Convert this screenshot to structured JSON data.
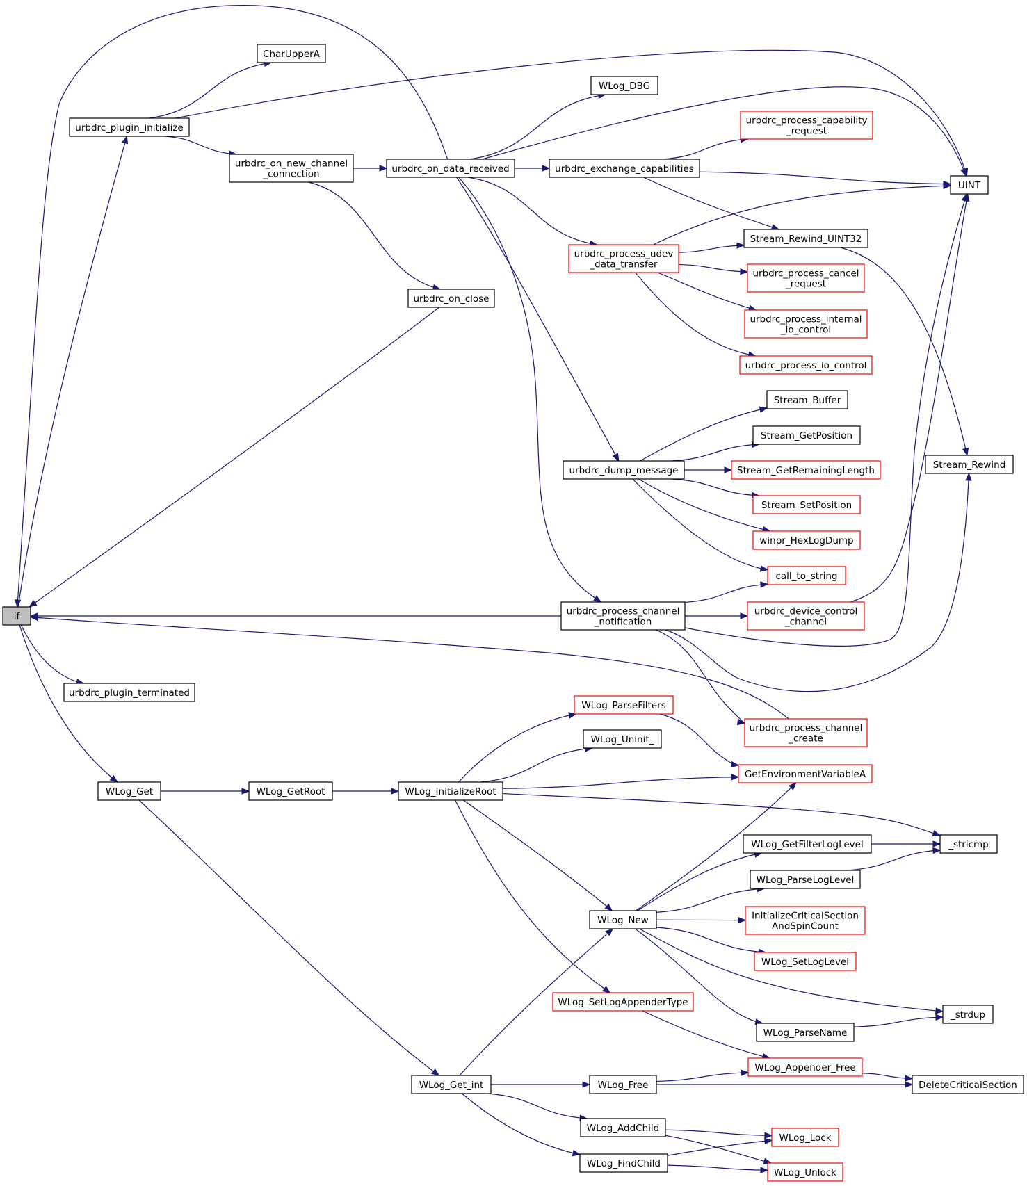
{
  "nodes": [
    {
      "id": "if",
      "lines": [
        "if"
      ],
      "style": "gray"
    },
    {
      "id": "CharUpperA",
      "lines": [
        "CharUpperA"
      ],
      "style": "black"
    },
    {
      "id": "urbdrc_plugin_initialize",
      "lines": [
        "urbdrc_plugin_initialize"
      ],
      "style": "black"
    },
    {
      "id": "WLog_DBG",
      "lines": [
        "WLog_DBG"
      ],
      "style": "black"
    },
    {
      "id": "urbdrc_process_capability_request",
      "lines": [
        "urbdrc_process_capability",
        "_request"
      ],
      "style": "red"
    },
    {
      "id": "urbdrc_on_new_channel_connection",
      "lines": [
        "urbdrc_on_new_channel",
        "_connection"
      ],
      "style": "black"
    },
    {
      "id": "urbdrc_on_data_received",
      "lines": [
        "urbdrc_on_data_received"
      ],
      "style": "black"
    },
    {
      "id": "urbdrc_exchange_capabilities",
      "lines": [
        "urbdrc_exchange_capabilities"
      ],
      "style": "black"
    },
    {
      "id": "UINT",
      "lines": [
        "UINT"
      ],
      "style": "black"
    },
    {
      "id": "Stream_Rewind_UINT32",
      "lines": [
        "Stream_Rewind_UINT32"
      ],
      "style": "black"
    },
    {
      "id": "urbdrc_process_udev_data_transfer",
      "lines": [
        "urbdrc_process_udev",
        "_data_transfer"
      ],
      "style": "red"
    },
    {
      "id": "urbdrc_process_cancel_request",
      "lines": [
        "urbdrc_process_cancel",
        "_request"
      ],
      "style": "red"
    },
    {
      "id": "urbdrc_on_close",
      "lines": [
        "urbdrc_on_close"
      ],
      "style": "black"
    },
    {
      "id": "urbdrc_process_internal_io_control",
      "lines": [
        "urbdrc_process_internal",
        "_io_control"
      ],
      "style": "red"
    },
    {
      "id": "urbdrc_process_io_control",
      "lines": [
        "urbdrc_process_io_control"
      ],
      "style": "red"
    },
    {
      "id": "Stream_Buffer",
      "lines": [
        "Stream_Buffer"
      ],
      "style": "black"
    },
    {
      "id": "Stream_GetPosition",
      "lines": [
        "Stream_GetPosition"
      ],
      "style": "black"
    },
    {
      "id": "Stream_Rewind",
      "lines": [
        "Stream_Rewind"
      ],
      "style": "black"
    },
    {
      "id": "urbdrc_dump_message",
      "lines": [
        "urbdrc_dump_message"
      ],
      "style": "black"
    },
    {
      "id": "Stream_GetRemainingLength",
      "lines": [
        "Stream_GetRemainingLength"
      ],
      "style": "red"
    },
    {
      "id": "Stream_SetPosition",
      "lines": [
        "Stream_SetPosition"
      ],
      "style": "red"
    },
    {
      "id": "winpr_HexLogDump",
      "lines": [
        "winpr_HexLogDump"
      ],
      "style": "red"
    },
    {
      "id": "call_to_string",
      "lines": [
        "call_to_string"
      ],
      "style": "red"
    },
    {
      "id": "urbdrc_process_channel_notification",
      "lines": [
        "urbdrc_process_channel",
        "_notification"
      ],
      "style": "black"
    },
    {
      "id": "urbdrc_device_control_channel",
      "lines": [
        "urbdrc_device_control",
        "_channel"
      ],
      "style": "red"
    },
    {
      "id": "urbdrc_plugin_terminated",
      "lines": [
        "urbdrc_plugin_terminated"
      ],
      "style": "black"
    },
    {
      "id": "WLog_ParseFilters",
      "lines": [
        "WLog_ParseFilters"
      ],
      "style": "red"
    },
    {
      "id": "urbdrc_process_channel_create",
      "lines": [
        "urbdrc_process_channel",
        "_create"
      ],
      "style": "red"
    },
    {
      "id": "WLog_Uninit_",
      "lines": [
        "WLog_Uninit_"
      ],
      "style": "black"
    },
    {
      "id": "GetEnvironmentVariableA",
      "lines": [
        "GetEnvironmentVariableA"
      ],
      "style": "red"
    },
    {
      "id": "WLog_Get",
      "lines": [
        "WLog_Get"
      ],
      "style": "black"
    },
    {
      "id": "WLog_GetRoot",
      "lines": [
        "WLog_GetRoot"
      ],
      "style": "black"
    },
    {
      "id": "WLog_InitializeRoot",
      "lines": [
        "WLog_InitializeRoot"
      ],
      "style": "black"
    },
    {
      "id": "WLog_GetFilterLogLevel",
      "lines": [
        "WLog_GetFilterLogLevel"
      ],
      "style": "black"
    },
    {
      "id": "_stricmp",
      "lines": [
        "_stricmp"
      ],
      "style": "black"
    },
    {
      "id": "WLog_ParseLogLevel",
      "lines": [
        "WLog_ParseLogLevel"
      ],
      "style": "black"
    },
    {
      "id": "WLog_New",
      "lines": [
        "WLog_New"
      ],
      "style": "black"
    },
    {
      "id": "InitializeCriticalSectionAndSpinCount",
      "lines": [
        "InitializeCriticalSection",
        "AndSpinCount"
      ],
      "style": "red"
    },
    {
      "id": "WLog_SetLogLevel",
      "lines": [
        "WLog_SetLogLevel"
      ],
      "style": "red"
    },
    {
      "id": "WLog_SetLogAppenderType",
      "lines": [
        "WLog_SetLogAppenderType"
      ],
      "style": "red"
    },
    {
      "id": "_strdup",
      "lines": [
        "_strdup"
      ],
      "style": "black"
    },
    {
      "id": "WLog_ParseName",
      "lines": [
        "WLog_ParseName"
      ],
      "style": "black"
    },
    {
      "id": "WLog_Appender_Free",
      "lines": [
        "WLog_Appender_Free"
      ],
      "style": "red"
    },
    {
      "id": "WLog_Get_int",
      "lines": [
        "WLog_Get_int"
      ],
      "style": "black"
    },
    {
      "id": "WLog_Free",
      "lines": [
        "WLog_Free"
      ],
      "style": "black"
    },
    {
      "id": "DeleteCriticalSection",
      "lines": [
        "DeleteCriticalSection"
      ],
      "style": "black"
    },
    {
      "id": "WLog_AddChild",
      "lines": [
        "WLog_AddChild"
      ],
      "style": "black"
    },
    {
      "id": "WLog_Lock",
      "lines": [
        "WLog_Lock"
      ],
      "style": "red"
    },
    {
      "id": "WLog_FindChild",
      "lines": [
        "WLog_FindChild"
      ],
      "style": "black"
    },
    {
      "id": "WLog_Unlock",
      "lines": [
        "WLog_Unlock"
      ],
      "style": "red"
    }
  ],
  "edges": [
    [
      "if",
      "urbdrc_plugin_initialize"
    ],
    [
      "if",
      "urbdrc_plugin_terminated"
    ],
    [
      "if",
      "WLog_Get"
    ],
    [
      "urbdrc_plugin_initialize",
      "CharUpperA"
    ],
    [
      "urbdrc_plugin_initialize",
      "urbdrc_on_new_channel_connection"
    ],
    [
      "urbdrc_plugin_initialize",
      "UINT"
    ],
    [
      "urbdrc_on_new_channel_connection",
      "urbdrc_on_data_received"
    ],
    [
      "urbdrc_on_new_channel_connection",
      "urbdrc_on_close"
    ],
    [
      "urbdrc_on_data_received",
      "if"
    ],
    [
      "urbdrc_on_data_received",
      "WLog_DBG"
    ],
    [
      "urbdrc_on_data_received",
      "UINT"
    ],
    [
      "urbdrc_on_data_received",
      "urbdrc_exchange_capabilities"
    ],
    [
      "urbdrc_on_data_received",
      "urbdrc_process_udev_data_transfer"
    ],
    [
      "urbdrc_on_data_received",
      "urbdrc_dump_message"
    ],
    [
      "urbdrc_on_data_received",
      "urbdrc_process_channel_notification"
    ],
    [
      "urbdrc_exchange_capabilities",
      "urbdrc_process_capability_request"
    ],
    [
      "urbdrc_exchange_capabilities",
      "UINT"
    ],
    [
      "urbdrc_exchange_capabilities",
      "Stream_Rewind_UINT32"
    ],
    [
      "urbdrc_process_udev_data_transfer",
      "UINT"
    ],
    [
      "urbdrc_process_udev_data_transfer",
      "Stream_Rewind_UINT32"
    ],
    [
      "urbdrc_process_udev_data_transfer",
      "urbdrc_process_cancel_request"
    ],
    [
      "urbdrc_process_udev_data_transfer",
      "urbdrc_process_internal_io_control"
    ],
    [
      "urbdrc_process_udev_data_transfer",
      "urbdrc_process_io_control"
    ],
    [
      "Stream_Rewind_UINT32",
      "Stream_Rewind"
    ],
    [
      "urbdrc_on_close",
      "if"
    ],
    [
      "urbdrc_dump_message",
      "Stream_Buffer"
    ],
    [
      "urbdrc_dump_message",
      "Stream_GetPosition"
    ],
    [
      "urbdrc_dump_message",
      "Stream_GetRemainingLength"
    ],
    [
      "urbdrc_dump_message",
      "Stream_SetPosition"
    ],
    [
      "urbdrc_dump_message",
      "winpr_HexLogDump"
    ],
    [
      "urbdrc_dump_message",
      "call_to_string"
    ],
    [
      "urbdrc_process_channel_notification",
      "if"
    ],
    [
      "urbdrc_process_channel_notification",
      "call_to_string"
    ],
    [
      "urbdrc_process_channel_notification",
      "urbdrc_device_control_channel"
    ],
    [
      "urbdrc_process_channel_notification",
      "UINT"
    ],
    [
      "urbdrc_process_channel_notification",
      "Stream_Rewind"
    ],
    [
      "urbdrc_process_channel_notification",
      "urbdrc_process_channel_create"
    ],
    [
      "urbdrc_device_control_channel",
      "UINT"
    ],
    [
      "urbdrc_process_channel_create",
      "if"
    ],
    [
      "WLog_Get",
      "WLog_GetRoot"
    ],
    [
      "WLog_Get",
      "WLog_Get_int"
    ],
    [
      "WLog_GetRoot",
      "WLog_InitializeRoot"
    ],
    [
      "WLog_InitializeRoot",
      "WLog_ParseFilters"
    ],
    [
      "WLog_InitializeRoot",
      "WLog_Uninit_"
    ],
    [
      "WLog_InitializeRoot",
      "GetEnvironmentVariableA"
    ],
    [
      "WLog_InitializeRoot",
      "_stricmp"
    ],
    [
      "WLog_InitializeRoot",
      "WLog_New"
    ],
    [
      "WLog_InitializeRoot",
      "WLog_SetLogAppenderType"
    ],
    [
      "WLog_ParseFilters",
      "GetEnvironmentVariableA"
    ],
    [
      "WLog_GetFilterLogLevel",
      "_stricmp"
    ],
    [
      "WLog_ParseLogLevel",
      "_stricmp"
    ],
    [
      "WLog_New",
      "GetEnvironmentVariableA"
    ],
    [
      "WLog_New",
      "WLog_GetFilterLogLevel"
    ],
    [
      "WLog_New",
      "WLog_ParseLogLevel"
    ],
    [
      "WLog_New",
      "InitializeCriticalSectionAndSpinCount"
    ],
    [
      "WLog_New",
      "WLog_SetLogLevel"
    ],
    [
      "WLog_New",
      "_strdup"
    ],
    [
      "WLog_New",
      "WLog_ParseName"
    ],
    [
      "WLog_ParseName",
      "_strdup"
    ],
    [
      "WLog_SetLogAppenderType",
      "WLog_Appender_Free"
    ],
    [
      "WLog_Get_int",
      "WLog_New"
    ],
    [
      "WLog_Get_int",
      "WLog_Free"
    ],
    [
      "WLog_Get_int",
      "WLog_AddChild"
    ],
    [
      "WLog_Get_int",
      "WLog_FindChild"
    ],
    [
      "WLog_Free",
      "WLog_Appender_Free"
    ],
    [
      "WLog_Free",
      "DeleteCriticalSection"
    ],
    [
      "WLog_Appender_Free",
      "DeleteCriticalSection"
    ],
    [
      "WLog_AddChild",
      "WLog_Lock"
    ],
    [
      "WLog_AddChild",
      "WLog_Unlock"
    ],
    [
      "WLog_FindChild",
      "WLog_Lock"
    ],
    [
      "WLog_FindChild",
      "WLog_Unlock"
    ]
  ]
}
